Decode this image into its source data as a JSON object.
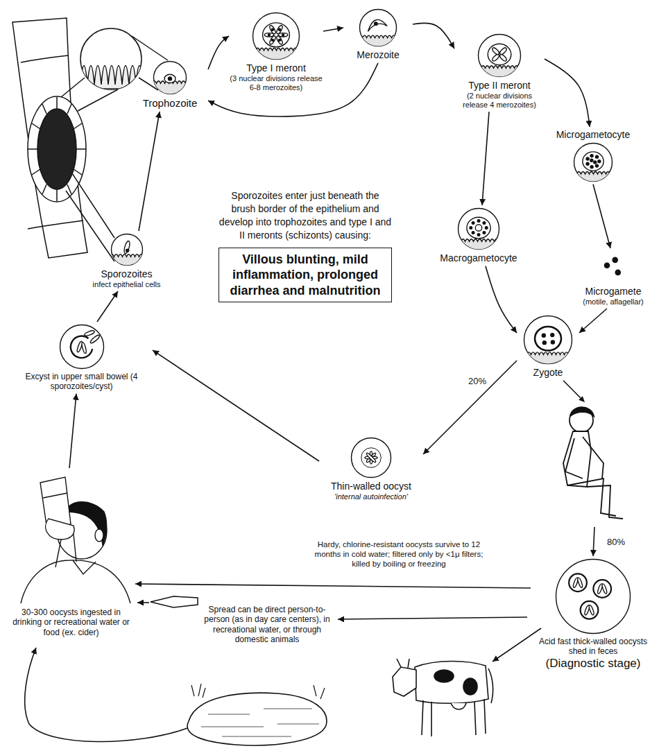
{
  "diagram": {
    "nodes": [
      {
        "text": [
          "Trophozoite"
        ]
      },
      {
        "text": [
          "Type I meront",
          "(3 nuclear divisions release 6-8 merozoites)"
        ]
      },
      {
        "text": [
          "Merozoite"
        ]
      },
      {
        "text": [
          "Type II meront",
          "(2 nuclear divisions release 4 merozoites)"
        ]
      },
      {
        "text": [
          "Microgametocyte"
        ]
      },
      {
        "text": [
          "Macrogametocyte"
        ]
      },
      {
        "text": [
          "Microgamete",
          "(motile, aflagellar)"
        ]
      },
      {
        "text": [
          "Zygote"
        ]
      },
      {
        "text": [
          "Thin-walled oocyst",
          "'internal autoinfection'"
        ]
      },
      {
        "text": [
          "Sporozoites",
          "infect epithelial cells"
        ]
      },
      {
        "text": [
          "Excyst in upper small bowel (4 sporozoites/cyst)"
        ]
      },
      {
        "text": [
          "30-300 oocysts ingested in drinking or recreational water or food (ex. cider)"
        ]
      },
      {
        "text": [
          "Acid fast thick-walled oocysts shed in feces",
          "(Diagnostic stage)"
        ]
      },
      {
        "text": [
          "Sporozoites enter just beneath the brush border of the epithelium and develop into trophozoites and type I and II meronts (schizonts) causing:",
          "Villous blunting, mild inflammation, prolonged diarrhea and malnutrition"
        ]
      }
    ],
    "edges": [
      {
        "from": 10,
        "to": 9,
        "arrow": "to"
      },
      {
        "from": 9,
        "to": 0,
        "arrow": "to"
      },
      {
        "from": 0,
        "to": 1,
        "arrow": "to"
      },
      {
        "from": 1,
        "to": 2,
        "arrow": "to"
      },
      {
        "from": 2,
        "to": 0,
        "arrow": "to"
      },
      {
        "from": 2,
        "to": 3,
        "arrow": "to"
      },
      {
        "from": 3,
        "to": 5,
        "arrow": "to"
      },
      {
        "from": 3,
        "to": 4,
        "arrow": "to"
      },
      {
        "from": 4,
        "to": 6,
        "arrow": "to"
      },
      {
        "from": 5,
        "to": 7,
        "arrow": "to"
      },
      {
        "from": 6,
        "to": 7,
        "arrow": "to"
      },
      {
        "from": 7,
        "to": 8,
        "label": "20%",
        "arrow": "to"
      },
      {
        "from": 7,
        "to": 12,
        "label": "80%",
        "arrow": "to"
      },
      {
        "from": 12,
        "to": 11,
        "label": "Hardy, chlorine-resistant oocysts survive to 12 months in cold water; filtered only by <1μ filters; killed by boiling or freezing",
        "arrow": "to"
      },
      {
        "from": 8,
        "to": 10,
        "arrow": "to"
      },
      {
        "from": 11,
        "to": 10,
        "arrow": "to"
      }
    ],
    "labels": [
      "Spread can be direct person-to-person (as in day care centers), in recreational water, or through domestic animals"
    ]
  }
}
